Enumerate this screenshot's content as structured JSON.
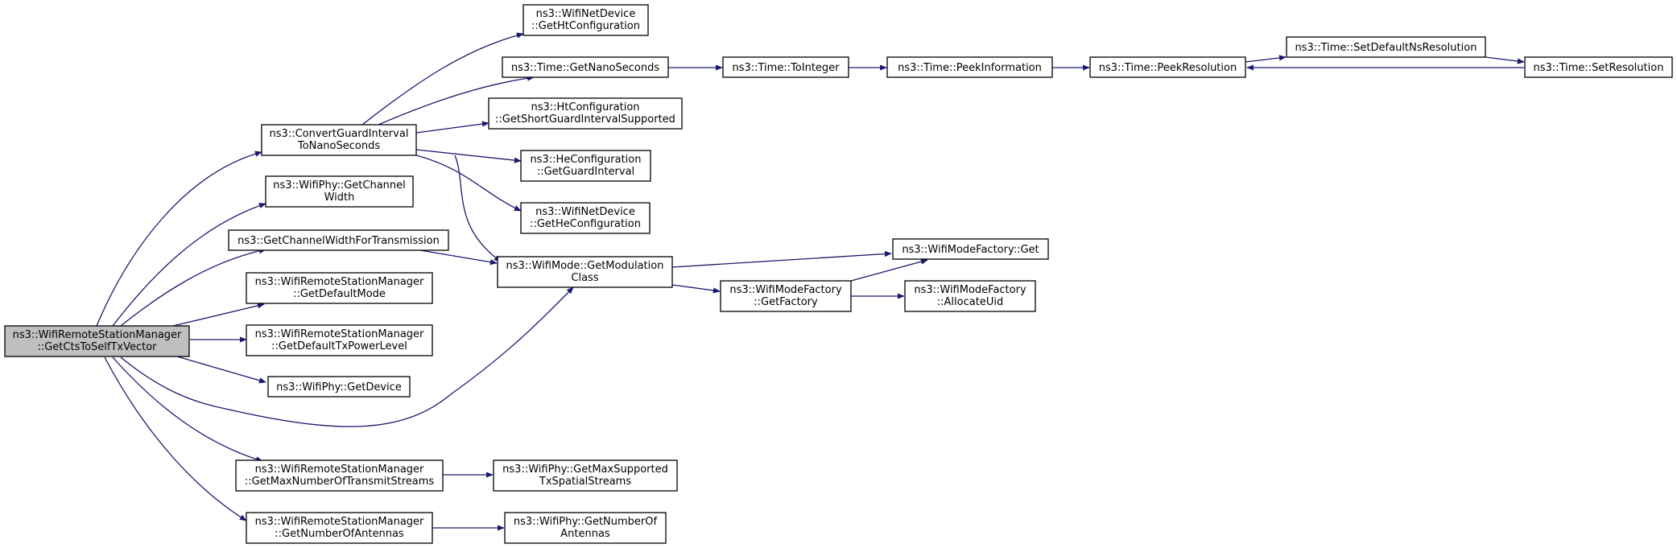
{
  "nodes": {
    "root": [
      "ns3::WifiRemoteStationManager",
      "::GetCtsToSelfTxVector"
    ],
    "convert": [
      "ns3::ConvertGuardInterval",
      "ToNanoSeconds"
    ],
    "chanwidth": [
      "ns3::WifiPhy::GetChannel",
      "Width"
    ],
    "chanwidthtx": [
      "ns3::GetChannelWidthForTransmission"
    ],
    "defmode": [
      "ns3::WifiRemoteStationManager",
      "::GetDefaultMode"
    ],
    "deftxpow": [
      "ns3::WifiRemoteStationManager",
      "::GetDefaultTxPowerLevel"
    ],
    "getdevice": [
      "ns3::WifiPhy::GetDevice"
    ],
    "maxstreams": [
      "ns3::WifiRemoteStationManager",
      "::GetMaxNumberOfTransmitStreams"
    ],
    "numant": [
      "ns3::WifiRemoteStationManager",
      "::GetNumberOfAntennas"
    ],
    "htconf": [
      "ns3::WifiNetDevice",
      "::GetHtConfiguration"
    ],
    "nanosec": [
      "ns3::Time::GetNanoSeconds"
    ],
    "shortgi": [
      "ns3::HtConfiguration",
      "::GetShortGuardIntervalSupported"
    ],
    "guardint": [
      "ns3::HeConfiguration",
      "::GetGuardInterval"
    ],
    "heconf": [
      "ns3::WifiNetDevice",
      "::GetHeConfiguration"
    ],
    "modclass": [
      "ns3::WifiMode::GetModulation",
      "Class"
    ],
    "maxsupp": [
      "ns3::WifiPhy::GetMaxSupported",
      "TxSpatialStreams"
    ],
    "phynumant": [
      "ns3::WifiPhy::GetNumberOf",
      "Antennas"
    ],
    "tointeger": [
      "ns3::Time::ToInteger"
    ],
    "peekinfo": [
      "ns3::Time::PeekInformation"
    ],
    "peekres": [
      "ns3::Time::PeekResolution"
    ],
    "setdefns": [
      "ns3::Time::SetDefaultNsResolution"
    ],
    "setres": [
      "ns3::Time::SetResolution"
    ],
    "factget": [
      "ns3::WifiModeFactory::Get"
    ],
    "getfactory": [
      "ns3::WifiModeFactory",
      "::GetFactory"
    ],
    "alloc": [
      "ns3::WifiModeFactory",
      "::AllocateUid"
    ]
  },
  "colors": {
    "edge": "#191970",
    "root_fill": "#bfbfbf",
    "node_fill": "#ffffff"
  }
}
